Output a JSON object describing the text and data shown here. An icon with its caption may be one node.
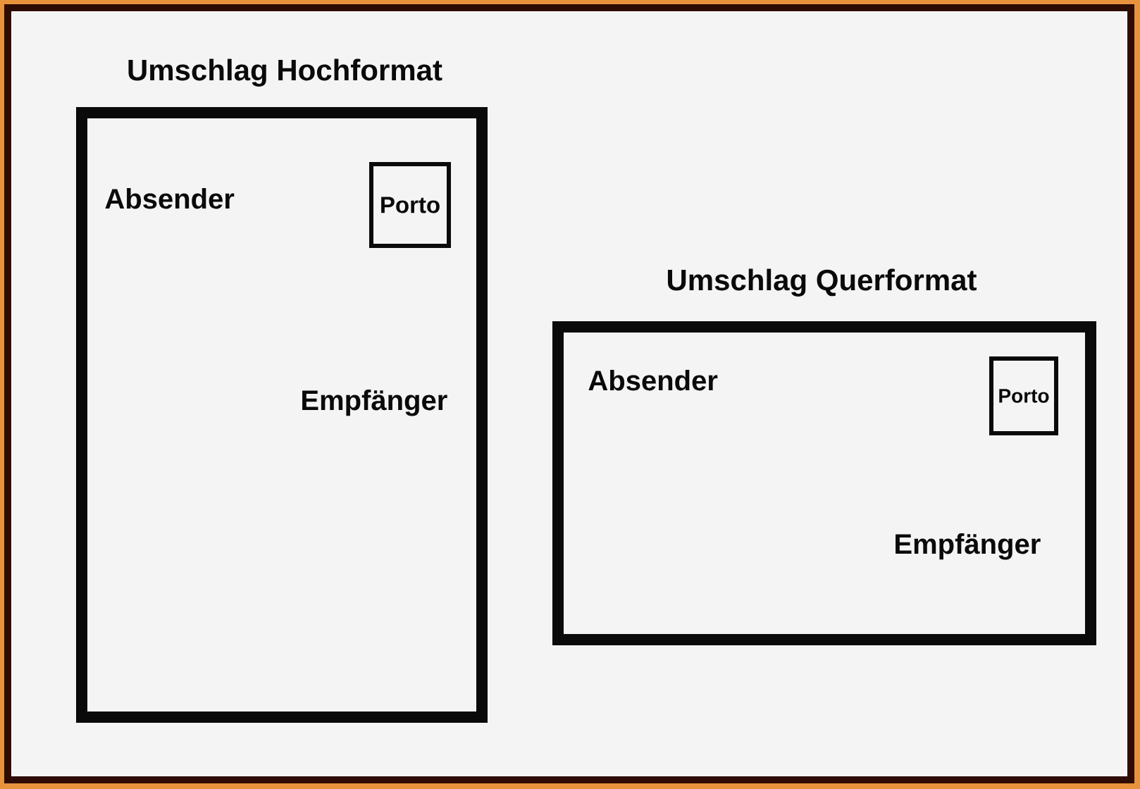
{
  "diagram": {
    "nodes": [
      {
        "text": [
          "Umschlag Hochformat",
          "Absender",
          "Empfänger"
        ]
      },
      {
        "text": [
          "Porto"
        ],
        "in": 0
      },
      {
        "text": [
          "Umschlag Querformat",
          "Absender",
          "Empfänger"
        ]
      },
      {
        "text": [
          "Porto"
        ],
        "in": 2
      }
    ]
  }
}
